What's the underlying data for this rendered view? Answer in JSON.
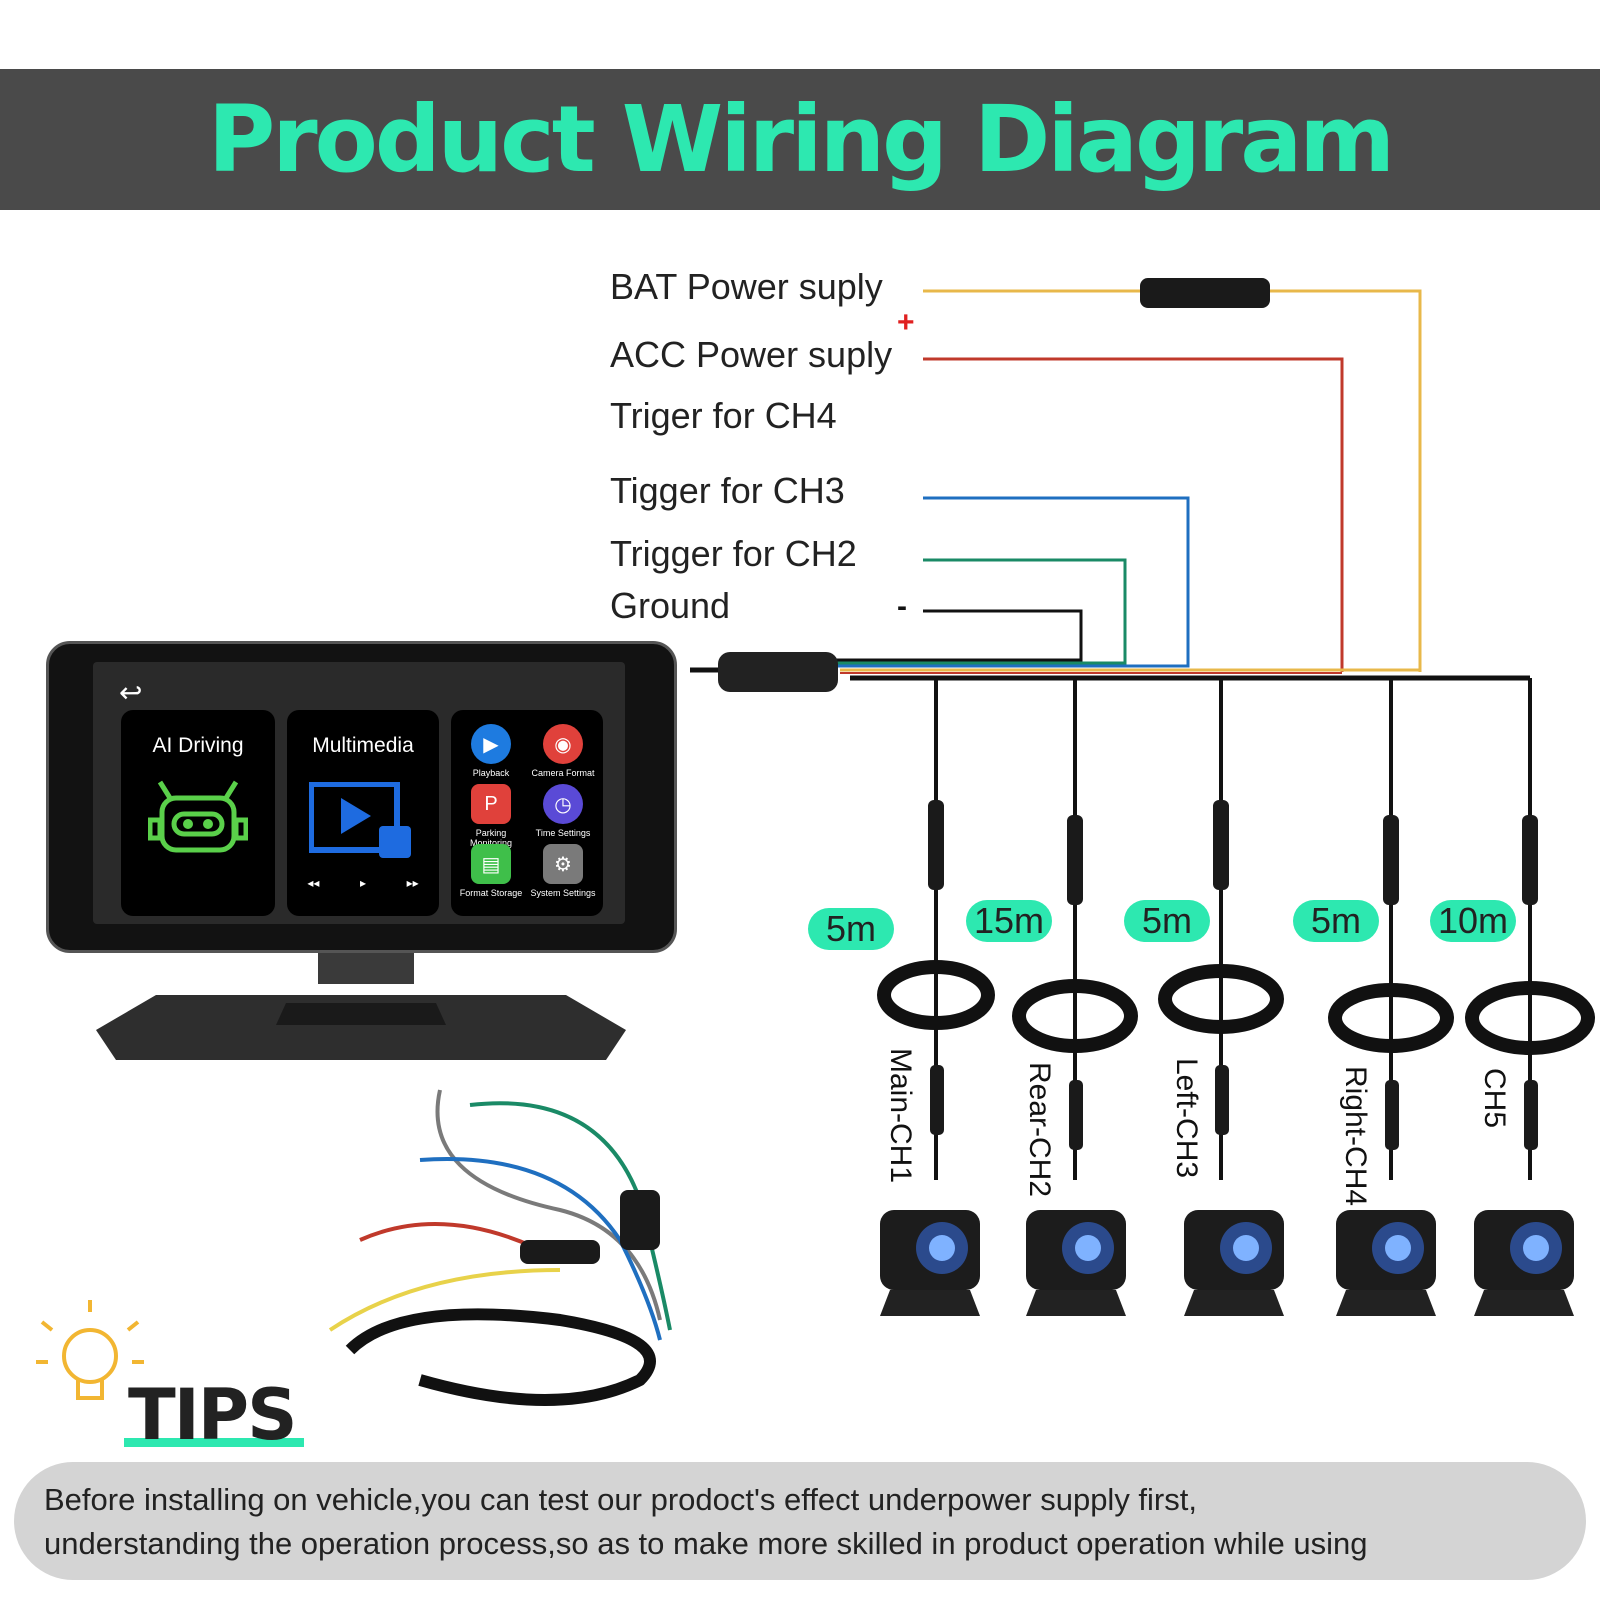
{
  "title": "Product Wiring Diagram",
  "wires": [
    {
      "label": "BAT Power suply",
      "color": "#e8b84a"
    },
    {
      "label": "ACC Power suply",
      "color": "#c0392b"
    },
    {
      "label": "Triger for CH4",
      "color": ""
    },
    {
      "label": "Tigger for CH3",
      "color": "#1f6fc0"
    },
    {
      "label": "Trigger for CH2",
      "color": "#1a8a66"
    },
    {
      "label": "Ground",
      "color": "#111111"
    }
  ],
  "plus_sign": "+",
  "minus_sign": "-",
  "monitor": {
    "back_icon": "back-arrow-icon",
    "tiles": [
      {
        "title": "AI Driving",
        "icon": "robot-icon"
      },
      {
        "title": "Multimedia",
        "icon": "play-icon"
      }
    ],
    "media_controls": [
      "◂◂",
      "▸",
      "▸▸"
    ],
    "apps": [
      {
        "label": "Playback",
        "icon": "play-circle-icon",
        "color": "#1e7be0"
      },
      {
        "label": "Camera Format",
        "icon": "camera-icon",
        "color": "#e0413b"
      },
      {
        "label": "Parking Monitoring",
        "icon": "parking-icon",
        "color": "#e0413b"
      },
      {
        "label": "Time Settings",
        "icon": "clock-icon",
        "color": "#5a4ad6"
      },
      {
        "label": "Format Storage",
        "icon": "folder-icon",
        "color": "#3fbf4a"
      },
      {
        "label": "System Settings",
        "icon": "gear-icon",
        "color": "#7a7a7a"
      }
    ]
  },
  "cameras": [
    {
      "label": "Main-CH1",
      "cable": "5m"
    },
    {
      "label": "Rear-CH2",
      "cable": "15m"
    },
    {
      "label": "Left-CH3",
      "cable": "5m"
    },
    {
      "label": "Right-CH4",
      "cable": "5m"
    },
    {
      "label": "CH5",
      "cable": "10m"
    }
  ],
  "tips": {
    "heading": "TIPS",
    "line1": "Before installing on vehicle,you can test our prodoct's effect underpower supply first,",
    "line2": "understanding the operation process,so as to make more skilled in product operation while using"
  },
  "accent_color": "#2de8b0"
}
